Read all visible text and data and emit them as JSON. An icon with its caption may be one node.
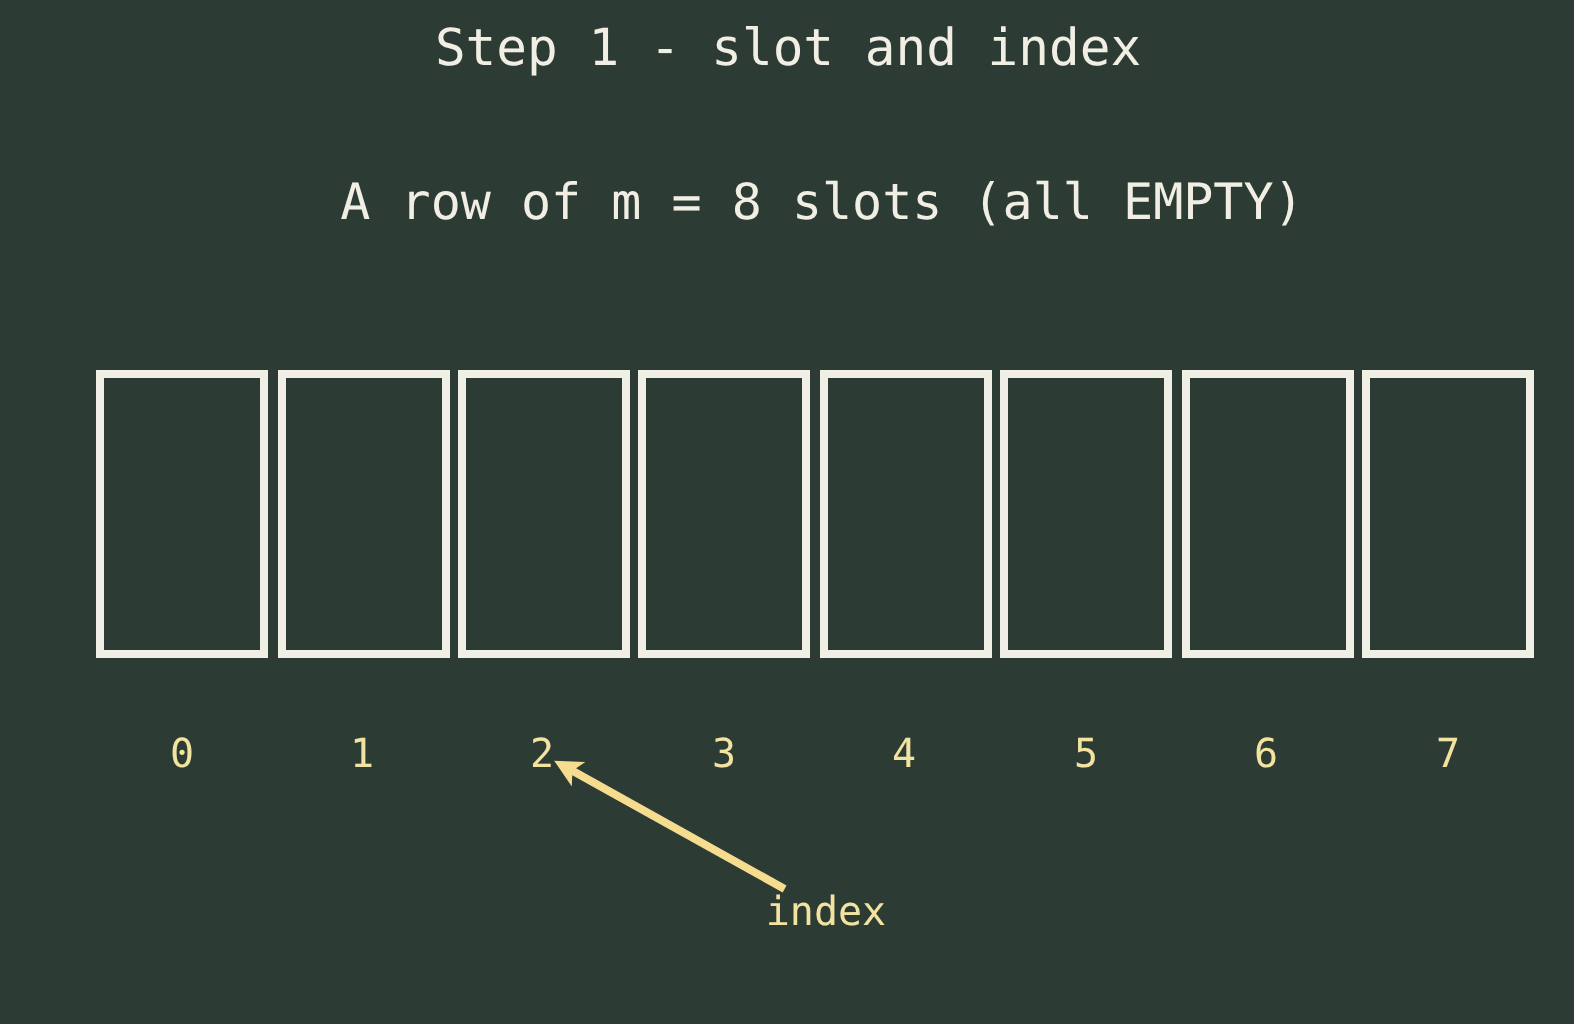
{
  "diagram": {
    "title": "Step 1 - slot and index",
    "nodes": [
      {
        "text": [],
        "shape": "box"
      },
      {
        "text": [],
        "shape": "box"
      },
      {
        "text": [],
        "shape": "box"
      },
      {
        "text": [],
        "shape": "box"
      },
      {
        "text": [],
        "shape": "box"
      },
      {
        "text": [],
        "shape": "box"
      },
      {
        "text": [],
        "shape": "box"
      },
      {
        "text": [],
        "shape": "box"
      },
      {
        "text": [
          "2"
        ]
      },
      {
        "text": [
          "index"
        ]
      }
    ],
    "edges": [
      {
        "from": 9,
        "to": 8,
        "arrow": "to",
        "color": "#f5dc8f"
      }
    ],
    "labels": [
      "A row of m = 8 slots (all EMPTY)",
      "0",
      "1",
      "3",
      "4",
      "5",
      "6",
      "7"
    ]
  }
}
